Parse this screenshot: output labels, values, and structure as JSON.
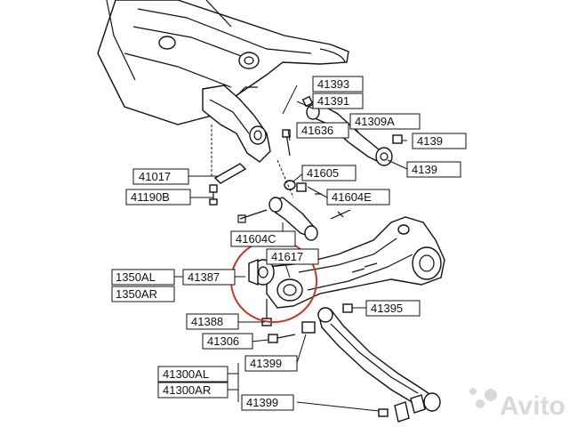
{
  "labels": {
    "p41393": "41393",
    "p41391": "41391",
    "p41309a": "41309A",
    "p41636": "41636",
    "p4139_r1": "4139",
    "p41605": "41605",
    "p4139_r2": "4139",
    "p41017": "41017",
    "p41190b": "41190B",
    "p41604e": "41604E",
    "p41604c": "41604C",
    "p41617": "41617",
    "p41350al": "1350AL",
    "p41387": "41387",
    "p41350ar": "1350AR",
    "p41388": "41388",
    "p41395": "41395",
    "p41306": "41306",
    "p41399a": "41399",
    "p41300al": "41300AL",
    "p41300ar": "41300AR",
    "p41399b": "41399"
  },
  "watermark": "Avito",
  "colors": {
    "highlight_circle": "#c0392b",
    "line": "#111111",
    "watermark": "#d9d9d9"
  }
}
